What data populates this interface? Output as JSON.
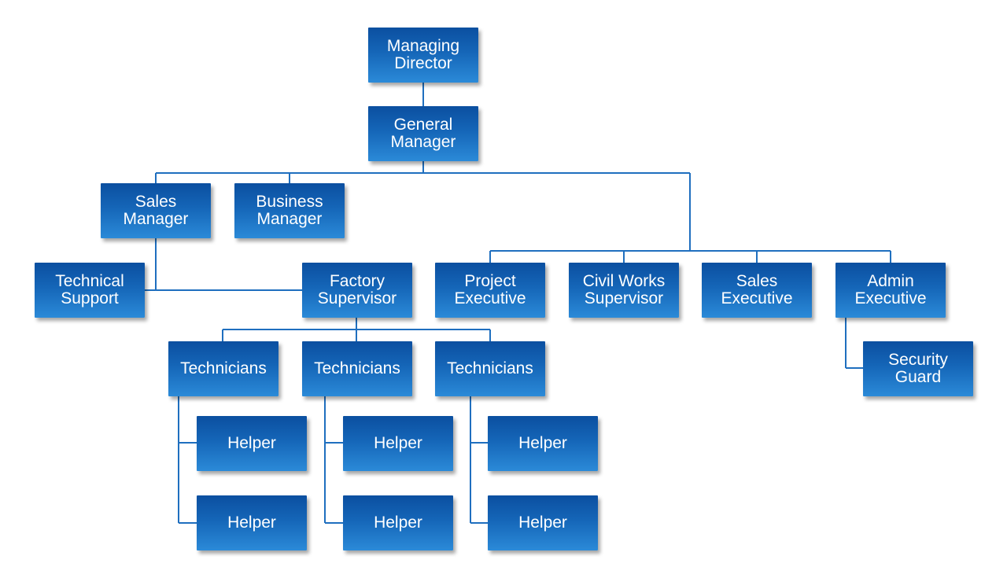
{
  "nodes": {
    "managing_director": "Managing\nDirector",
    "general_manager": "General\nManager",
    "sales_manager": "Sales\nManager",
    "business_manager": "Business\nManager",
    "technical_support": "Technical\nSupport",
    "factory_supervisor": "Factory\nSupervisor",
    "project_executive": "Project\nExecutive",
    "civil_works_supervisor": "Civil Works\nSupervisor",
    "sales_executive": "Sales\nExecutive",
    "admin_executive": "Admin\nExecutive",
    "security_guard": "Security\nGuard",
    "technicians_1": "Technicians",
    "technicians_2": "Technicians",
    "technicians_3": "Technicians",
    "helper_1a": "Helper",
    "helper_1b": "Helper",
    "helper_2a": "Helper",
    "helper_2b": "Helper",
    "helper_3a": "Helper",
    "helper_3b": "Helper"
  },
  "colors": {
    "box_top": "#0b4fa0",
    "box_bottom": "#2b8ad8",
    "connector": "#1f6fbf",
    "text": "#ffffff"
  }
}
